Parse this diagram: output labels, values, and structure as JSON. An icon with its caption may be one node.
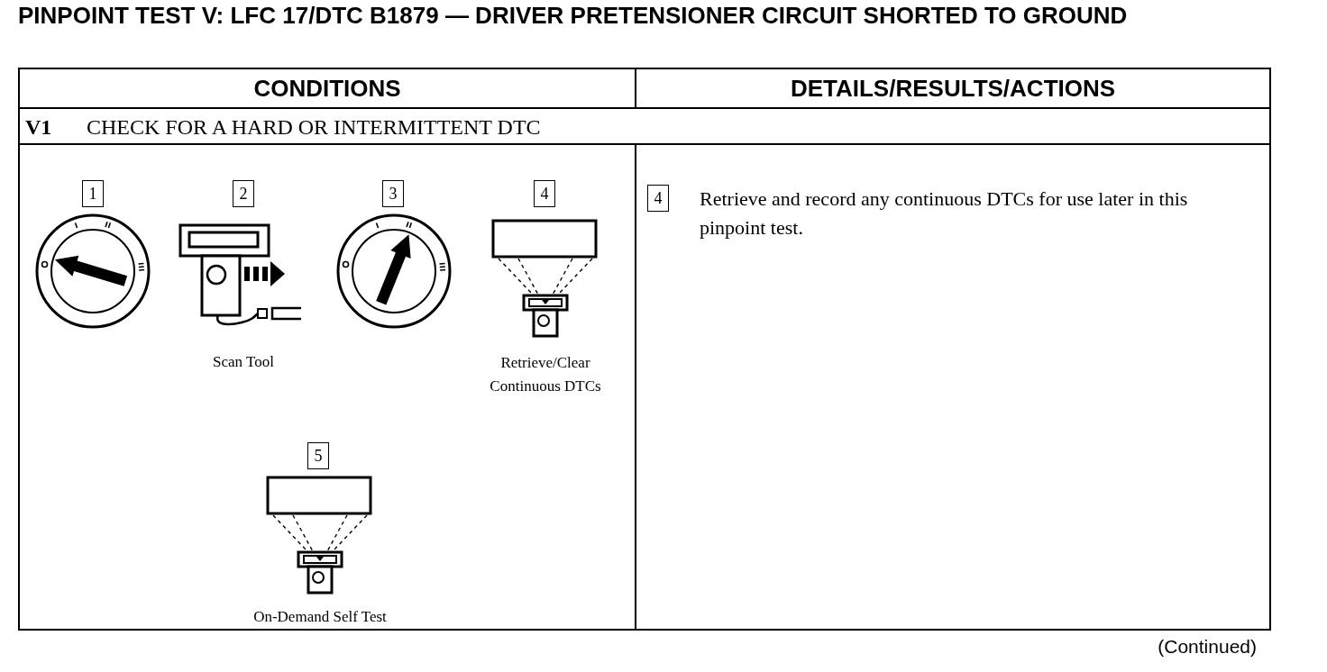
{
  "diagram": {
    "title": "PINPOINT TEST V: LFC 17/DTC B1879 — DRIVER PRETENSIONER CIRCUIT SHORTED TO GROUND",
    "nodes": [
      {
        "text": [
          "1"
        ]
      },
      {
        "text": [
          "2"
        ]
      },
      {
        "text": [
          "3"
        ]
      },
      {
        "text": [
          "4"
        ]
      },
      {
        "text": [
          "5"
        ]
      },
      {
        "text": [
          "4"
        ],
        "beside": [
          "Retrieve and record any continuous DTCs for use later in this pinpoint test."
        ]
      }
    ],
    "labels": [
      "CONDITIONS",
      "DETAILS/RESULTS/ACTIONS",
      "V1",
      "CHECK FOR A HARD OR INTERMITTENT DTC",
      "Scan Tool",
      "Retrieve/Clear Continuous DTCs",
      "On-Demand Self Test",
      "(Continued)"
    ]
  }
}
